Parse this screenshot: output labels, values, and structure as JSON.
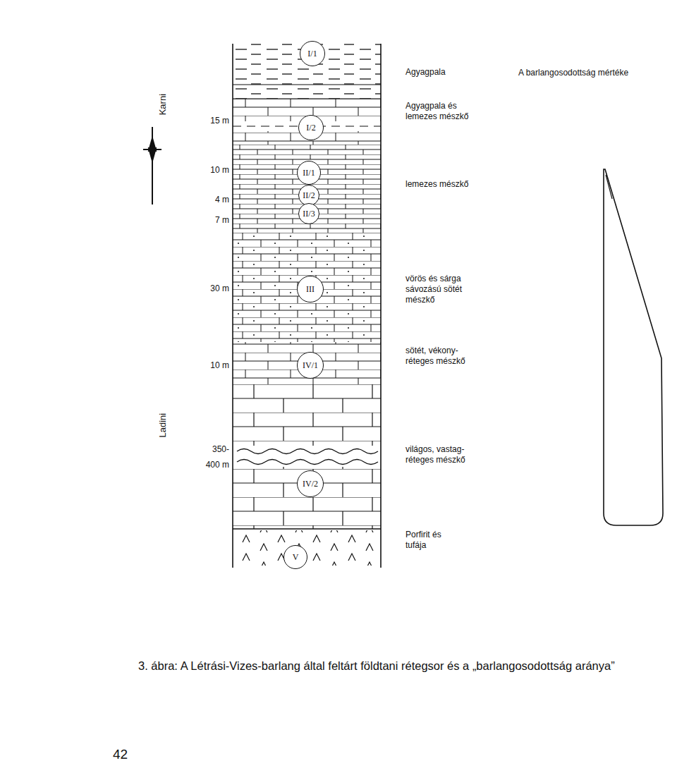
{
  "diagram": {
    "caption": "3. ábra: A Létrási-Vizes-barlang által feltárt földtani rétegsor és a „barlangosodottság aránya”",
    "nodes": [
      {
        "text": [
          "I/1"
        ]
      },
      {
        "text": [
          "I/2"
        ]
      },
      {
        "text": [
          "II/1"
        ]
      },
      {
        "text": [
          "II/2"
        ]
      },
      {
        "text": [
          "II/3"
        ]
      },
      {
        "text": [
          "III"
        ]
      },
      {
        "text": [
          "IV/1"
        ]
      },
      {
        "text": [
          "IV/2"
        ]
      },
      {
        "text": [
          "V"
        ]
      }
    ],
    "labels": [
      "Agyagpala",
      "A barlangosodottság mértéke",
      "Karni",
      "15 m",
      "Agyagpala és lemezes mészkő",
      "10 m",
      "4 m",
      "7 m",
      "lemezes mészkő",
      "30 m",
      "vörös és sárga sávozású sötét mészkő",
      "10 m",
      "sötét, vékony- réteges mészkő",
      "Ladini",
      "350-",
      "400 m",
      "világos, vastag- réteges mészkő",
      "Porfirit és tufája",
      "42"
    ]
  }
}
